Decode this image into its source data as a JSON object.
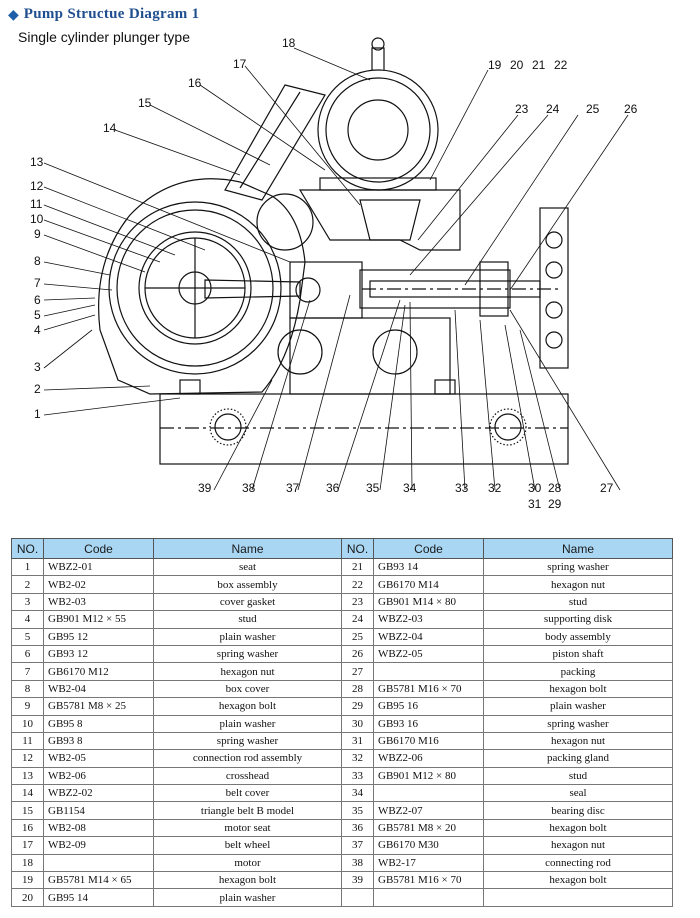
{
  "header": {
    "title": "Pump  Structue Diagram  1",
    "subtitle": "Single cylinder plunger type",
    "accent_color": "#1f4f8f",
    "bullet_icon": "diamond-icon"
  },
  "diagram": {
    "callouts": [
      "1",
      "2",
      "3",
      "4",
      "5",
      "6",
      "7",
      "8",
      "9",
      "10",
      "11",
      "12",
      "13",
      "14",
      "15",
      "16",
      "17",
      "18",
      "19",
      "20",
      "21",
      "22",
      "23",
      "24",
      "25",
      "26",
      "27",
      "28",
      "29",
      "30",
      "31",
      "32",
      "33",
      "34",
      "35",
      "36",
      "37",
      "38",
      "39"
    ]
  },
  "table": {
    "header_color": "#a9d6f2",
    "columns": [
      "NO.",
      "Code",
      "Name",
      "NO.",
      "Code",
      "Name"
    ],
    "rows": [
      {
        "no_l": "1",
        "code_l": "WBZ2-01",
        "name_l": "seat",
        "no_r": "21",
        "code_r": "GB93 14",
        "name_r": "spring washer"
      },
      {
        "no_l": "2",
        "code_l": "WB2-02",
        "name_l": "box assembly",
        "no_r": "22",
        "code_r": "GB6170 M14",
        "name_r": "hexagon nut"
      },
      {
        "no_l": "3",
        "code_l": "WB2-03",
        "name_l": "cover gasket",
        "no_r": "23",
        "code_r": "GB901 M14 × 80",
        "name_r": "stud"
      },
      {
        "no_l": "4",
        "code_l": "GB901 M12 × 55",
        "name_l": "stud",
        "no_r": "24",
        "code_r": "WBZ2-03",
        "name_r": "supporting disk"
      },
      {
        "no_l": "5",
        "code_l": "GB95 12",
        "name_l": "plain washer",
        "no_r": "25",
        "code_r": "WBZ2-04",
        "name_r": "body assembly"
      },
      {
        "no_l": "6",
        "code_l": "GB93 12",
        "name_l": "spring washer",
        "no_r": "26",
        "code_r": "WBZ2-05",
        "name_r": "piston shaft"
      },
      {
        "no_l": "7",
        "code_l": "GB6170 M12",
        "name_l": "hexagon nut",
        "no_r": "27",
        "code_r": "",
        "name_r": "packing"
      },
      {
        "no_l": "8",
        "code_l": "WB2-04",
        "name_l": "box cover",
        "no_r": "28",
        "code_r": "GB5781 M16 × 70",
        "name_r": "hexagon bolt"
      },
      {
        "no_l": "9",
        "code_l": "GB5781 M8 × 25",
        "name_l": "hexagon bolt",
        "no_r": "29",
        "code_r": "GB95 16",
        "name_r": "plain washer"
      },
      {
        "no_l": "10",
        "code_l": "GB95 8",
        "name_l": "plain washer",
        "no_r": "30",
        "code_r": "GB93 16",
        "name_r": "spring washer"
      },
      {
        "no_l": "11",
        "code_l": "GB93 8",
        "name_l": "spring washer",
        "no_r": "31",
        "code_r": "GB6170 M16",
        "name_r": "hexagon nut"
      },
      {
        "no_l": "12",
        "code_l": "WB2-05",
        "name_l": "connection rod assembly",
        "no_r": "32",
        "code_r": "WBZ2-06",
        "name_r": "packing gland"
      },
      {
        "no_l": "13",
        "code_l": "WB2-06",
        "name_l": "crosshead",
        "no_r": "33",
        "code_r": "GB901 M12 × 80",
        "name_r": "stud"
      },
      {
        "no_l": "14",
        "code_l": "WBZ2-02",
        "name_l": "belt cover",
        "no_r": "34",
        "code_r": "",
        "name_r": "seal"
      },
      {
        "no_l": "15",
        "code_l": "GB1154",
        "name_l": "triangle belt B model",
        "no_r": "35",
        "code_r": "WBZ2-07",
        "name_r": "bearing disc"
      },
      {
        "no_l": "16",
        "code_l": "WB2-08",
        "name_l": "motor seat",
        "no_r": "36",
        "code_r": "GB5781 M8 × 20",
        "name_r": "hexagon bolt"
      },
      {
        "no_l": "17",
        "code_l": "WB2-09",
        "name_l": "belt wheel",
        "no_r": "37",
        "code_r": "GB6170 M30",
        "name_r": "hexagon nut"
      },
      {
        "no_l": "18",
        "code_l": "",
        "name_l": "motor",
        "no_r": "38",
        "code_r": "WB2-17",
        "name_r": "connecting rod"
      },
      {
        "no_l": "19",
        "code_l": "GB5781 M14 × 65",
        "name_l": "hexagon bolt",
        "no_r": "39",
        "code_r": "GB5781 M16 × 70",
        "name_r": "hexagon bolt"
      },
      {
        "no_l": "20",
        "code_l": "GB95 14",
        "name_l": "plain washer",
        "no_r": "",
        "code_r": "",
        "name_r": ""
      }
    ]
  }
}
